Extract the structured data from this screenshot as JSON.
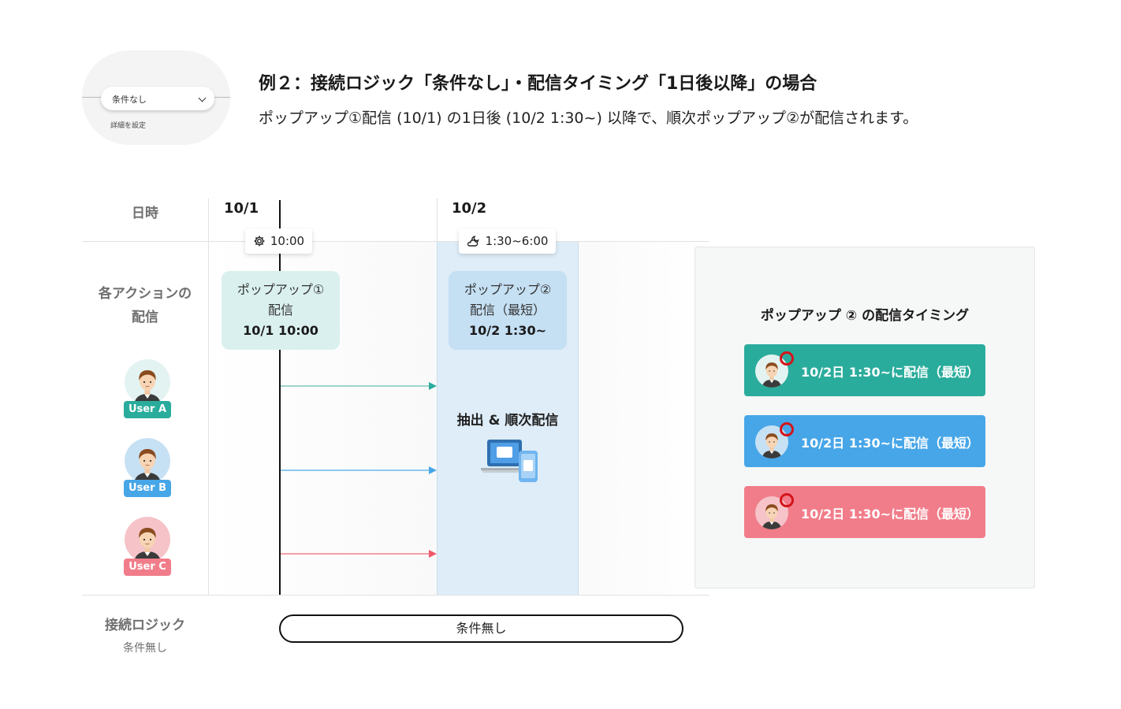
{
  "header": {
    "thumbnail": {
      "select_label": "条件なし",
      "detail_link": "詳細を設定"
    },
    "title": "例２：接続ロジック「条件なし」・配信タイミング「1日後以降」の場合",
    "subtitle": "ポップアップ①配信 (10/1) の1日後 (10/2 1:30~) 以降で、順次ポップアップ②が配信されます。"
  },
  "rows": {
    "datetime_label": "日時",
    "action_label_line1": "各アクションの",
    "action_label_line2": "配信",
    "logic_label": "接続ロジック",
    "logic_sub": "条件無し"
  },
  "dates": {
    "day1": "10/1",
    "day2": "10/2"
  },
  "time_pills": {
    "day1": "10:00",
    "day2": "1:30~6:00"
  },
  "cards": {
    "popup1": {
      "line1": "ポップアップ①",
      "line2": "配信",
      "line3": "10/1 10:00"
    },
    "popup2": {
      "line1": "ポップアップ②",
      "line2": "配信（最短）",
      "line3": "10/2 1:30~"
    }
  },
  "users": [
    {
      "label": "User A",
      "color": "#2aac9c",
      "bg": "#e3f3f1"
    },
    {
      "label": "User B",
      "color": "#47a6e8",
      "bg": "#c7e1f4"
    },
    {
      "label": "User C",
      "color": "#f17d8a",
      "bg": "#f5c3c8"
    }
  ],
  "extract_label": "抽出 & 順次配信",
  "panel": {
    "title": "ポップアップ ② の配信タイミング",
    "items": [
      {
        "label": "10/2日 1:30~に配信（最短）",
        "color": "#2aac9c"
      },
      {
        "label": "10/2日 1:30~に配信（最短）",
        "color": "#47a6e8"
      },
      {
        "label": "10/2日 1:30~に配信（最短）",
        "color": "#f17d8a"
      }
    ]
  },
  "logic_bar": "条件無し",
  "icons": {
    "time1": "gear-icon",
    "time2": "moon-cloud-icon",
    "devices": "laptop-phone-icon",
    "avatar": "person-avatar-icon",
    "status": "circle-ring-icon",
    "thumb": "chevron-down-icon"
  }
}
